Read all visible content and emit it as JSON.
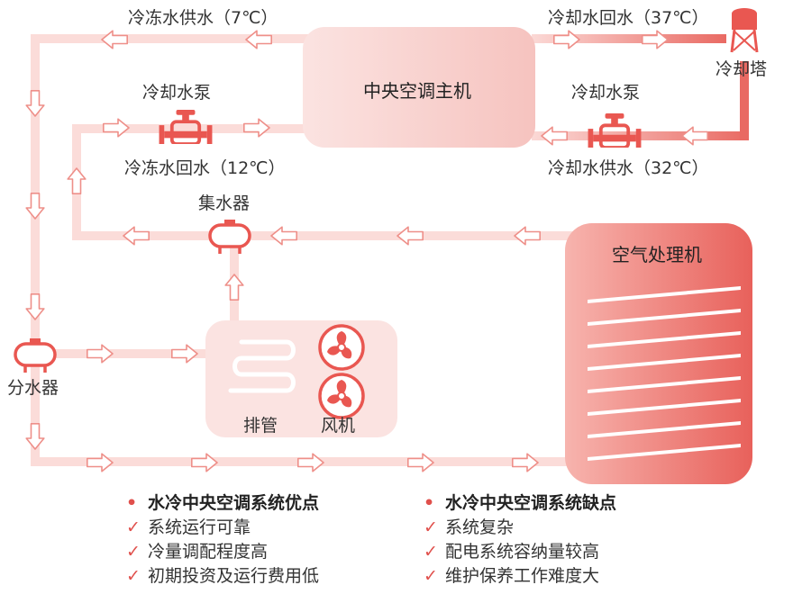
{
  "labels": {
    "chilled_supply": "冷冻水供水（7℃）",
    "cooling_return": "冷却水回水（37℃）",
    "cooling_tower": "冷却塔",
    "chiller": "中央空调主机",
    "pump_left": "冷却水泵",
    "pump_right": "冷却水泵",
    "chilled_return": "冷冻水回水（12℃）",
    "cooling_supply": "冷却水供水（32℃）",
    "collector": "集水器",
    "ahu": "空气处理机",
    "distributor": "分水器",
    "pipe_coil": "排管",
    "fan": "风机"
  },
  "pros": {
    "title": "水冷中央空调系统优点",
    "items": [
      "系统运行可靠",
      "冷量调配程度高",
      "初期投资及运行费用低"
    ]
  },
  "cons": {
    "title": "水冷中央空调系统缺点",
    "items": [
      "系统复杂",
      "配电系统容纳量较高",
      "维护保养工作难度大"
    ]
  },
  "colors": {
    "accent": "#e0504c",
    "pipe_light": "#fbdcd9",
    "pipe_strong": "#e96a63"
  }
}
